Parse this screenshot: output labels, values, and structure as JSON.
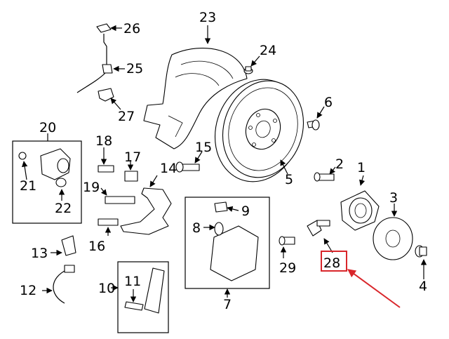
{
  "diagram": {
    "callouts": {
      "c1": "1",
      "c2": "2",
      "c3": "3",
      "c4": "4",
      "c5": "5",
      "c6": "6",
      "c7": "7",
      "c8": "8",
      "c9": "9",
      "c10": "10",
      "c11": "11",
      "c12": "12",
      "c13": "13",
      "c14": "14",
      "c15": "15",
      "c16": "16",
      "c17": "17",
      "c18": "18",
      "c19": "19",
      "c20": "20",
      "c21": "21",
      "c22": "22",
      "c23": "23",
      "c24": "24",
      "c25": "25",
      "c26": "26",
      "c27": "27",
      "c28": "28",
      "c29": "29"
    },
    "highlight": {
      "color": "#d9262b",
      "part": "28"
    }
  }
}
